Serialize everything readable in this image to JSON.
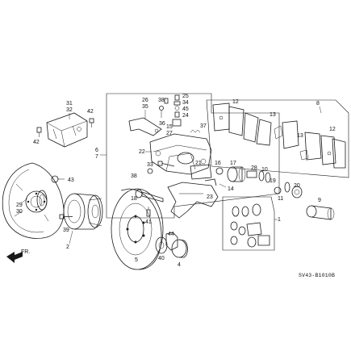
{
  "diagram": {
    "catalog_code": "SV43-B1010B",
    "direction_label": "FR.",
    "callouts": {
      "c1": "1",
      "c2": "2",
      "c4": "4",
      "c5": "5",
      "c6": "6",
      "c7": "7",
      "c8": "8",
      "c9": "9",
      "c10": "10",
      "c11": "11",
      "c12a": "12",
      "c12b": "12",
      "c13a": "13",
      "c13b": "13",
      "c14": "14",
      "c15": "15",
      "c16": "16",
      "c17": "17",
      "c18": "18",
      "c19": "19",
      "c20": "20",
      "c21": "21",
      "c22": "22",
      "c23": "23",
      "c24": "24",
      "c25": "25",
      "c26": "26",
      "c27": "27",
      "c28": "28",
      "c29": "29",
      "c30": "30",
      "c31": "31",
      "c32": "32",
      "c33": "33",
      "c34": "34",
      "c35": "35",
      "c36": "36",
      "c37": "37",
      "c38a": "38",
      "c38b": "38",
      "c39": "39",
      "c40": "40",
      "c41": "41",
      "c42a": "42",
      "c42b": "42",
      "c43": "43",
      "c44": "44",
      "c45": "45"
    }
  }
}
